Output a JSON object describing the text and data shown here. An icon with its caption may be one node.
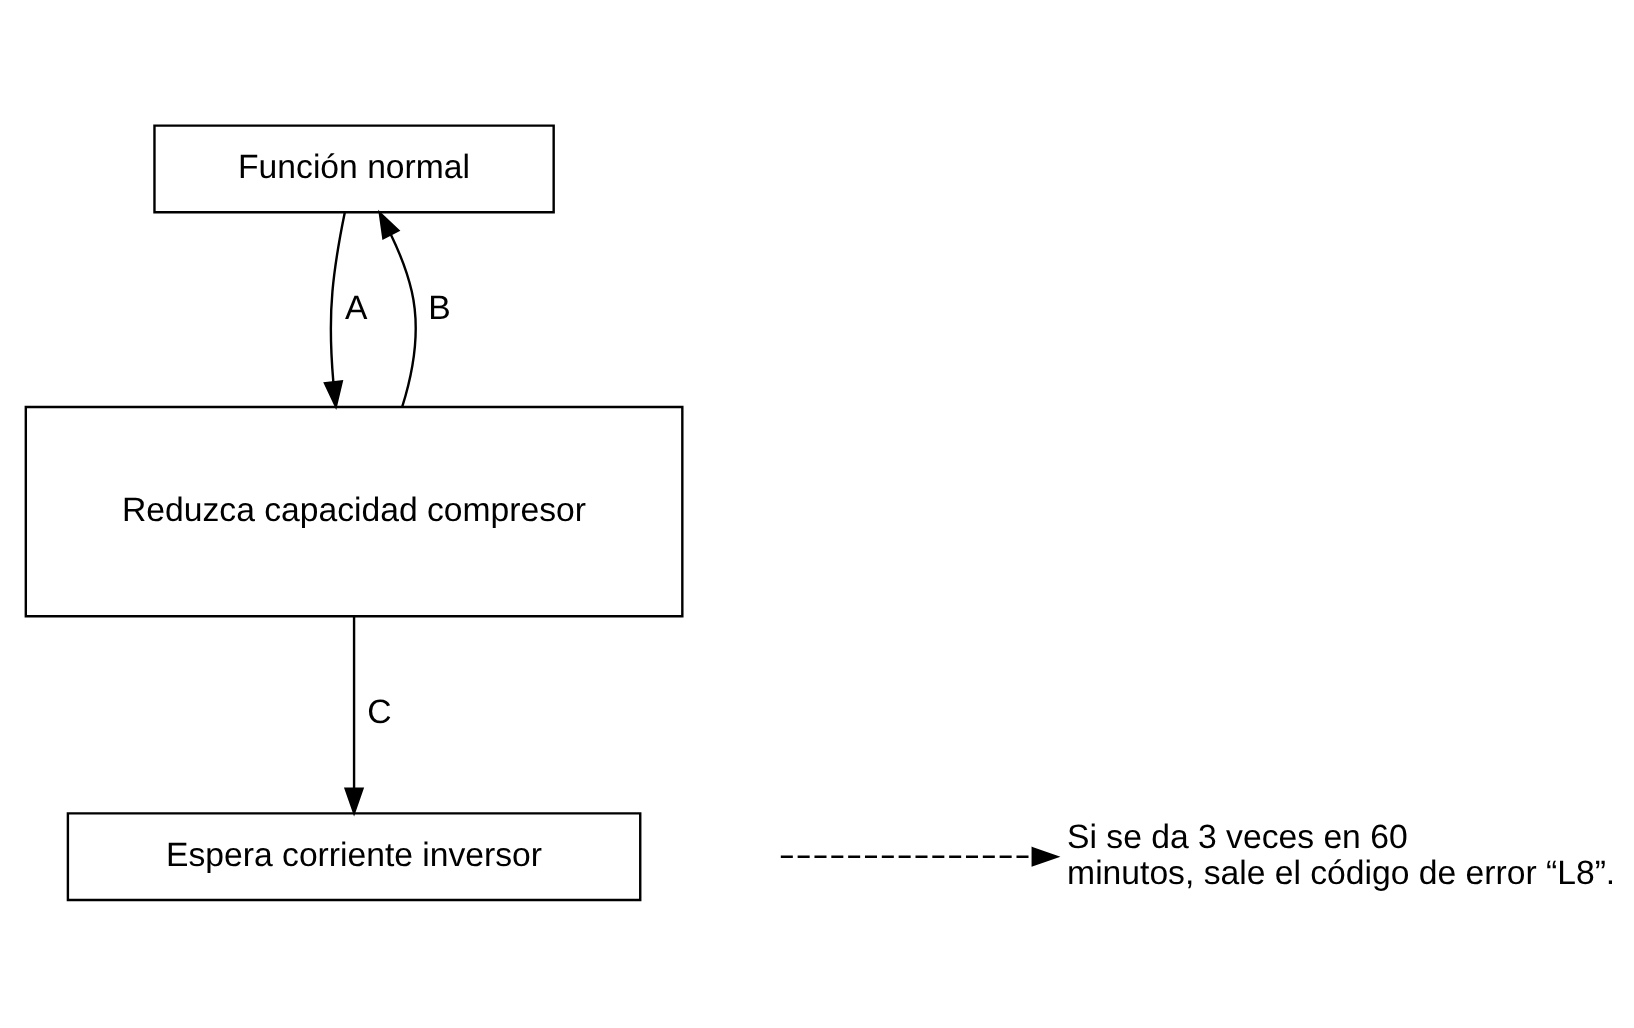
{
  "diagram": {
    "nodes": [
      {
        "text": [
          "Función normal"
        ]
      },
      {
        "text": [
          "Reduzca capacidad compresor"
        ]
      },
      {
        "text": [
          "Espera corriente inversor"
        ]
      },
      {
        "text": [
          "Si se da 3 veces en 60 minutos, sale el código de error “L8”."
        ]
      }
    ],
    "edges": [
      {
        "from": 0,
        "to": 1,
        "arrow": "to",
        "label": "A"
      },
      {
        "from": 1,
        "to": 0,
        "arrow": "to",
        "label": "B"
      },
      {
        "from": 1,
        "to": 2,
        "arrow": "to",
        "label": "C"
      },
      {
        "from": null,
        "to": 3,
        "arrow": "to",
        "style": "dashed"
      }
    ]
  }
}
